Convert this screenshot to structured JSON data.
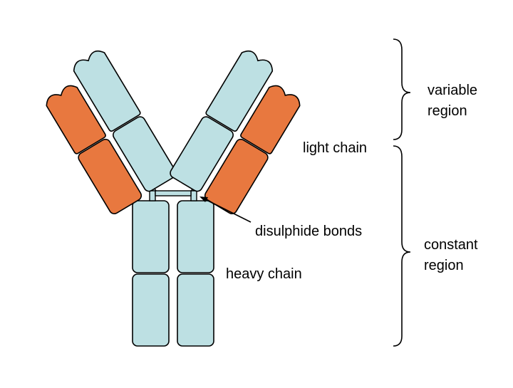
{
  "labels": {
    "light_chain": "light chain",
    "disulphide_bonds": "disulphide bonds",
    "heavy_chain": "heavy chain",
    "variable_region": [
      "variable",
      "region"
    ],
    "constant_region": [
      "constant",
      "region"
    ]
  },
  "colors": {
    "heavy_chain_fill": "#bde0e3",
    "light_chain_fill": "#e8783f",
    "outline": "#000000",
    "background": "#ffffff"
  }
}
